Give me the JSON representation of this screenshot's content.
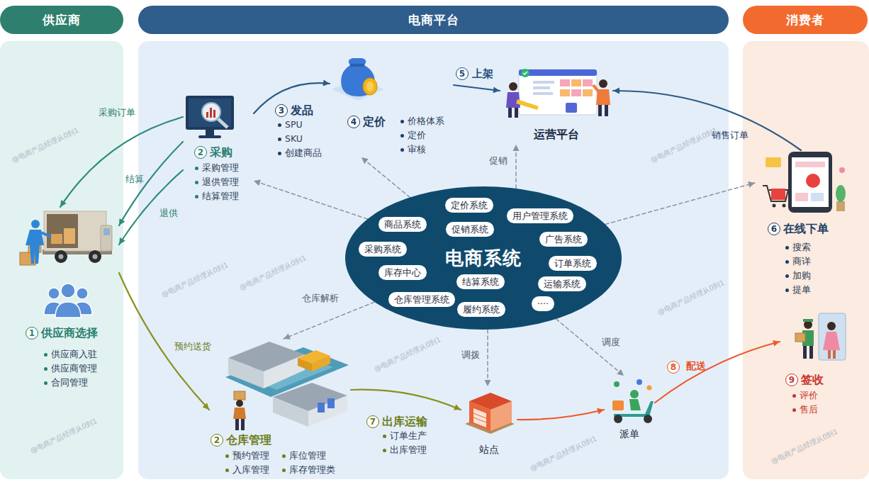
{
  "diagram": {
    "nodes": [
      {
        "text": [
          "供应商"
        ]
      },
      {
        "text": [
          "电商平台"
        ]
      },
      {
        "text": [
          "消费者"
        ]
      },
      {
        "text": [
          "1",
          "供应商选择",
          "供应商入驻",
          "供应商管理",
          "合同管理"
        ]
      },
      {
        "text": [
          "2",
          "采购",
          "采购管理",
          "退供管理",
          "结算管理"
        ]
      },
      {
        "text": [
          "3",
          "发品",
          "SPU",
          "SKU",
          "创建商品"
        ]
      },
      {
        "text": [
          "4",
          "定价",
          "价格体系",
          "定价",
          "审核"
        ]
      },
      {
        "text": [
          "运营平台"
        ]
      },
      {
        "text": [
          "6",
          "在线下单",
          "搜索",
          "商详",
          "加购",
          "提单"
        ]
      },
      {
        "text": [
          "9",
          "签收",
          "评价",
          "售后"
        ]
      },
      {
        "text": [
          "2",
          "仓库管理",
          "预约管理",
          "库位管理",
          "入库管理",
          "库存管理类"
        ]
      },
      {
        "text": [
          "7",
          "出库运输",
          "订单生产",
          "出库管理"
        ]
      },
      {
        "text": [
          "站点"
        ]
      },
      {
        "text": [
          "派单"
        ]
      },
      {
        "text": [
          "电商系统"
        ]
      },
      {
        "text": [
          "定价系统"
        ],
        "in": 14
      },
      {
        "text": [
          "用户管理系统"
        ],
        "in": 14
      },
      {
        "text": [
          "商品系统"
        ],
        "in": 14
      },
      {
        "text": [
          "促销系统"
        ],
        "in": 14
      },
      {
        "text": [
          "广告系统"
        ],
        "in": 14
      },
      {
        "text": [
          "采购系统"
        ],
        "in": 14
      },
      {
        "text": [
          "订单系统"
        ],
        "in": 14
      },
      {
        "text": [
          "库存中心"
        ],
        "in": 14
      },
      {
        "text": [
          "结算系统"
        ],
        "in": 14
      },
      {
        "text": [
          "运输系统"
        ],
        "in": 14
      },
      {
        "text": [
          "仓库管理系统"
        ],
        "in": 14
      },
      {
        "text": [
          "····"
        ],
        "in": 14
      },
      {
        "text": [
          "履约系统"
        ],
        "in": 14
      }
    ],
    "edges": [
      {
        "from": 4,
        "to": 3,
        "label": "采购订单",
        "arrow": "to"
      },
      {
        "from": 4,
        "to": 3,
        "label": "结算",
        "arrow": "to"
      },
      {
        "from": 4,
        "to": 3,
        "label": "退供",
        "arrow": "to"
      },
      {
        "from": 3,
        "to": 10,
        "label": "预约送货",
        "arrow": "to"
      },
      {
        "from": 4,
        "to": 6,
        "arrow": "to"
      },
      {
        "from": 6,
        "to": 7,
        "label": "上架",
        "arrow": "to"
      },
      {
        "from": 8,
        "to": 7,
        "label": "销售订单",
        "arrow": "to"
      },
      {
        "from": 10,
        "to": 12,
        "arrow": "to"
      },
      {
        "from": 12,
        "to": 13,
        "arrow": "to"
      },
      {
        "from": 13,
        "to": 9,
        "label": "配送",
        "arrow": "to"
      },
      {
        "from": 14,
        "to": 4,
        "arrow": "to"
      },
      {
        "from": 14,
        "to": 6,
        "arrow": "to"
      },
      {
        "from": 14,
        "to": 7,
        "label": "促销",
        "arrow": "to"
      },
      {
        "from": 14,
        "to": 8,
        "arrow": "to"
      },
      {
        "from": 14,
        "to": 10,
        "label": "仓库解析",
        "arrow": "to"
      },
      {
        "from": 14,
        "to": 12,
        "label": "调拨",
        "arrow": "to"
      },
      {
        "from": 14,
        "to": 13,
        "label": "调度",
        "arrow": "to"
      }
    ],
    "labels": [
      "5",
      "8",
      "@电商产品经理从0到1",
      "@电商产品经理从0到1",
      "@电商产品经理从0到1",
      "@电商产品经理从0到1",
      "@电商产品经理从0到1",
      "@电商产品经理从0到1",
      "@电商产品经理从0到1",
      "@电商产品经理从0到1",
      "@电商产品经理从0到1"
    ]
  }
}
